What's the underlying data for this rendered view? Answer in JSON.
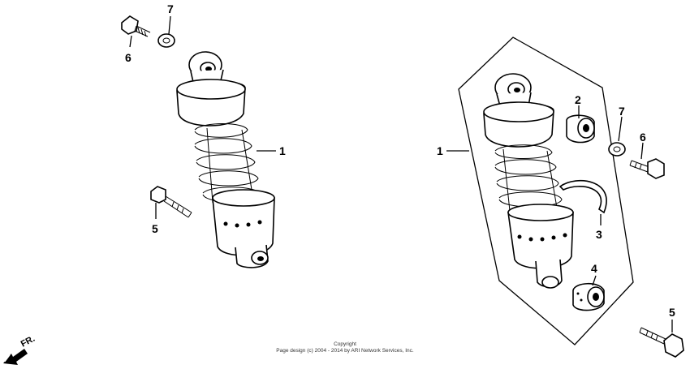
{
  "diagram": {
    "left_assembly": {
      "callouts": [
        {
          "id": "c-left-1",
          "text": "1"
        },
        {
          "id": "c-left-5",
          "text": "5"
        },
        {
          "id": "c-left-6",
          "text": "6"
        },
        {
          "id": "c-left-7",
          "text": "7"
        }
      ]
    },
    "right_assembly": {
      "callouts": [
        {
          "id": "c-right-1",
          "text": "1"
        },
        {
          "id": "c-right-2",
          "text": "2"
        },
        {
          "id": "c-right-3",
          "text": "3"
        },
        {
          "id": "c-right-4",
          "text": "4"
        },
        {
          "id": "c-right-5",
          "text": "5"
        },
        {
          "id": "c-right-6",
          "text": "6"
        },
        {
          "id": "c-right-7",
          "text": "7"
        }
      ]
    },
    "front_indicator": "FR.",
    "copyright": {
      "line1": "Copyright",
      "line2": "Page design (c) 2004 - 2014 by ARI Network Services, Inc."
    }
  }
}
